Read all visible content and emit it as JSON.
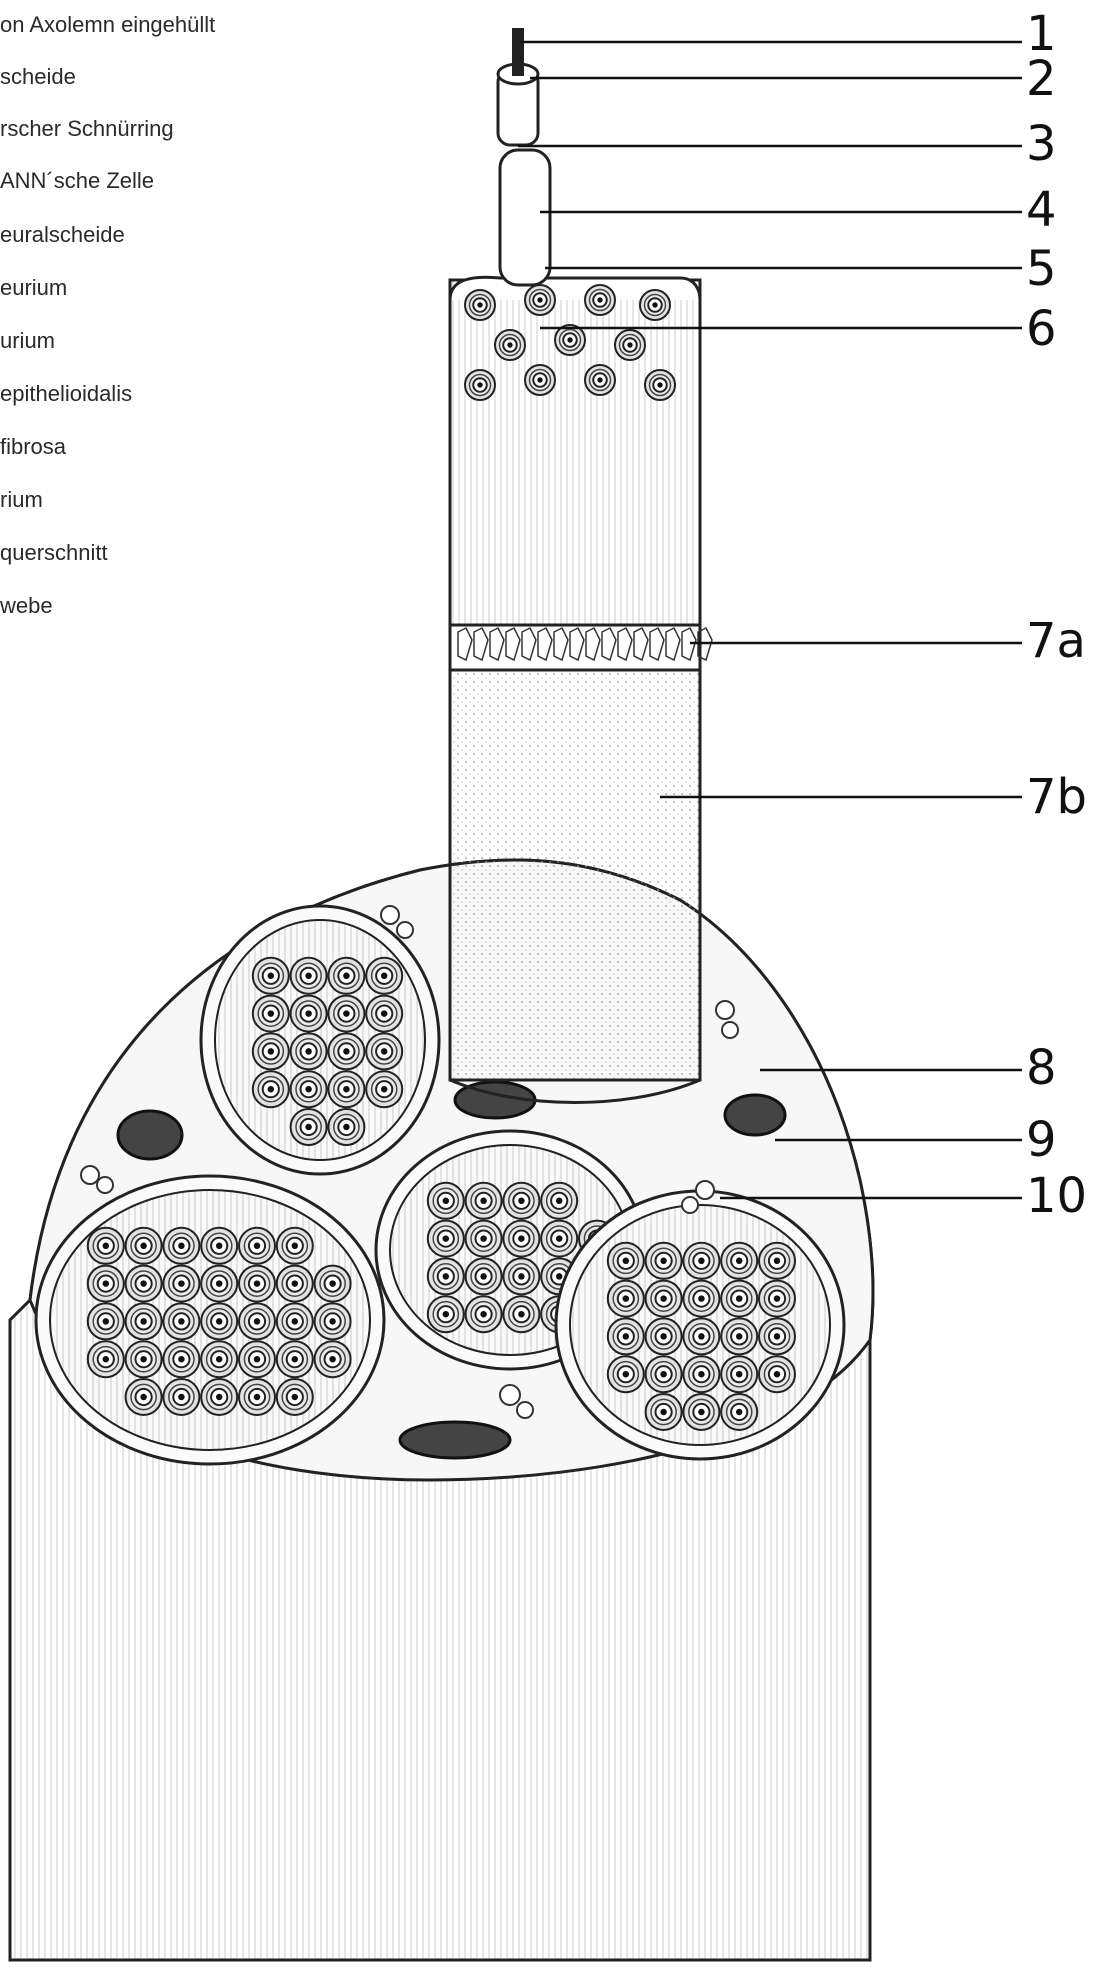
{
  "legend": [
    "on Axolemn eingehüllt",
    "scheide",
    "rscher Schnürring",
    "ANN´sche Zelle",
    "euralscheide",
    "eurium",
    "urium",
    " epithelioidalis",
    " fibrosa",
    "rium",
    "querschnitt",
    "webe"
  ],
  "labels": [
    "1",
    "2",
    "3",
    "4",
    "5",
    "6",
    "7a",
    "7b",
    "8",
    "9",
    "10"
  ]
}
